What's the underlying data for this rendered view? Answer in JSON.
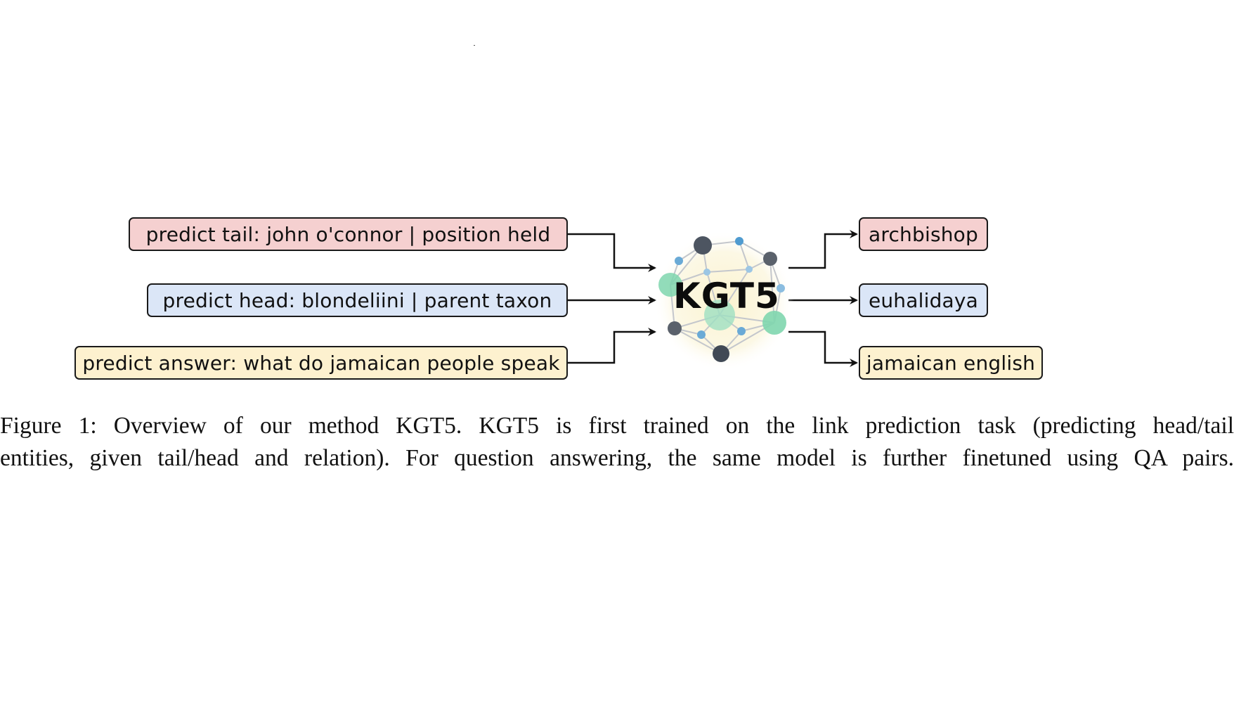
{
  "figure": {
    "inputs": [
      {
        "text": "predict tail: john o'connor | position held",
        "color": "#f5d0d0"
      },
      {
        "text": "predict head: blondeliini | parent taxon",
        "color": "#dbe6f7"
      },
      {
        "text": "predict answer: what do jamaican people speak",
        "color": "#fdf1cf"
      }
    ],
    "model": {
      "name": "KGT5",
      "icon": "knowledge-graph-network-icon"
    },
    "outputs": [
      {
        "text": "archbishop",
        "color": "#f5d0d0"
      },
      {
        "text": "euhalidaya",
        "color": "#dbe6f7"
      },
      {
        "text": "jamaican english",
        "color": "#fdf1cf"
      }
    ]
  },
  "caption": {
    "line1": "Figure 1: Overview of our method KGT5. KGT5 is first trained on the link prediction task (predicting head/tail",
    "line2": "entities, given tail/head and relation). For question answering, the same model is further finetuned using QA pairs."
  }
}
